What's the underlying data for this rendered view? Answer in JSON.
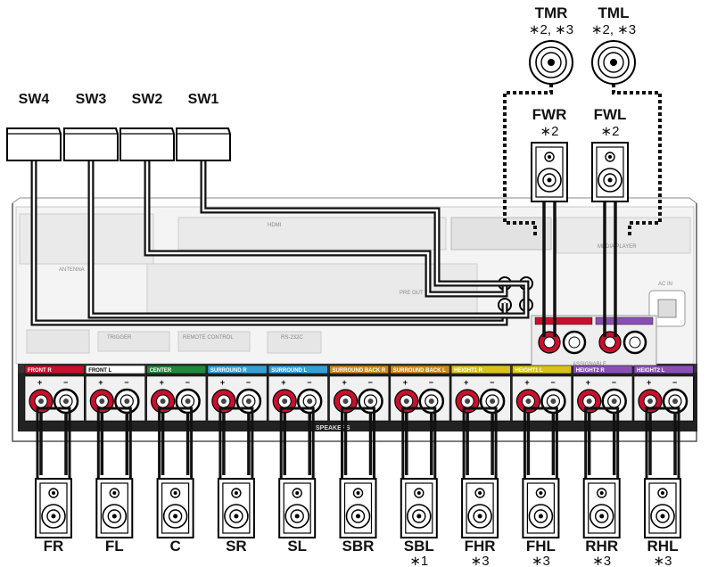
{
  "subwoofers": [
    "SW4",
    "SW3",
    "SW2",
    "SW1"
  ],
  "top_speakers": [
    {
      "label": "TMR",
      "note": "∗2, ∗3"
    },
    {
      "label": "TML",
      "note": "∗2, ∗3"
    }
  ],
  "front_wide": [
    {
      "label": "FWR",
      "note": "∗2"
    },
    {
      "label": "FWL",
      "note": "∗2"
    }
  ],
  "bottom_speakers": [
    {
      "label": "FR",
      "note": ""
    },
    {
      "label": "FL",
      "note": ""
    },
    {
      "label": "C",
      "note": ""
    },
    {
      "label": "SR",
      "note": ""
    },
    {
      "label": "SL",
      "note": ""
    },
    {
      "label": "SBR",
      "note": ""
    },
    {
      "label": "SBL",
      "note": "∗1"
    },
    {
      "label": "FHR",
      "note": "∗3"
    },
    {
      "label": "FHL",
      "note": "∗3"
    },
    {
      "label": "RHR",
      "note": "∗3"
    },
    {
      "label": "RHL",
      "note": "∗3"
    }
  ],
  "terminal_blocks": [
    {
      "name": "FRONT",
      "side": "R",
      "color": "#c8102e"
    },
    {
      "name": "FRONT",
      "side": "L",
      "color": "#ffffff"
    },
    {
      "name": "CENTER",
      "side": "",
      "color": "#1f8a3a"
    },
    {
      "name": "SURROUND",
      "side": "R",
      "color": "#35a0d6"
    },
    {
      "name": "SURROUND",
      "side": "L",
      "color": "#35a0d6"
    },
    {
      "name": "SURROUND BACK",
      "side": "R",
      "color": "#c98a1a"
    },
    {
      "name": "SURROUND BACK",
      "side": "L",
      "color": "#c98a1a"
    },
    {
      "name": "HEIGHT1",
      "side": "R",
      "color": "#d9c11a"
    },
    {
      "name": "HEIGHT1",
      "side": "L",
      "color": "#d9c11a"
    },
    {
      "name": "HEIGHT2",
      "side": "R",
      "color": "#8a4fb5"
    },
    {
      "name": "HEIGHT2",
      "side": "L",
      "color": "#8a4fb5"
    }
  ],
  "panel_text": {
    "speakers": "SPEAKERS",
    "pre_out": "PRE OUT",
    "hdmi": "HDMI",
    "ac_in": "AC IN",
    "antenna": "ANTENNA",
    "assignable": "ASSIGNABLE",
    "rs232c": "RS-232C",
    "trigger": "TRIGGER",
    "remote_control": "REMOTE CONTROL",
    "media_player": "MEDIA PLAYER"
  },
  "colors": {
    "cable": "#111111",
    "panel": "#f4f4f4",
    "red_terminal": "#c8102e"
  }
}
